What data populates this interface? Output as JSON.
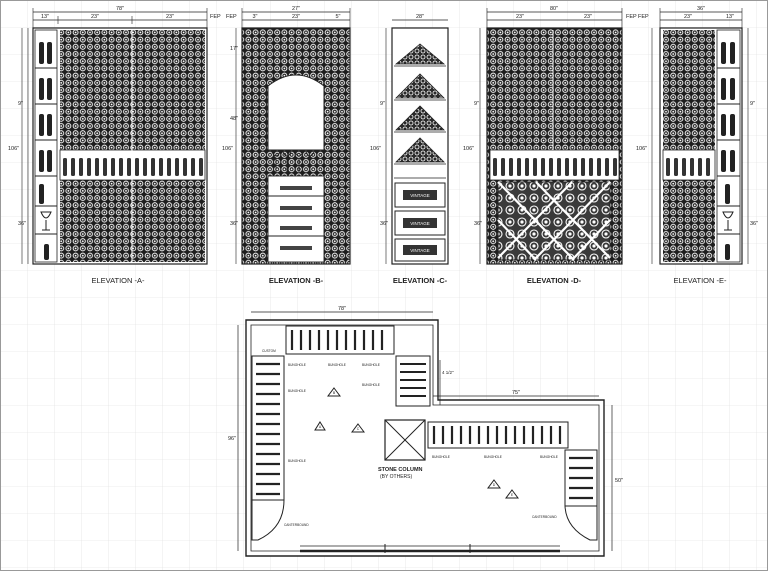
{
  "elevations": [
    {
      "label": "ELEVATION -A-",
      "width_dim": "78\"",
      "seg_dims": [
        "13\"",
        "23\"",
        "23\""
      ],
      "fep": "FEP",
      "height_dims": [
        "106\"",
        "9\"",
        "36\""
      ]
    },
    {
      "label": "ELEVATION -B-",
      "width_dim": "27\"",
      "seg_dims": [
        "3\"",
        "23\"",
        "5\""
      ],
      "fep": "FEP",
      "height_dims": [
        "106\"",
        "17\"",
        "48\"",
        "36\""
      ]
    },
    {
      "label": "ELEVATION -C-",
      "width_dim": "28\"",
      "seg_dims": [],
      "fep": "",
      "height_dims": [
        "106\"",
        "9\"",
        "36\""
      ]
    },
    {
      "label": "ELEVATION -D-",
      "width_dim": "80\"",
      "seg_dims": [
        "23\"",
        "23\""
      ],
      "fep": "FEP",
      "height_dims": [
        "106\"",
        "9\"",
        "36\""
      ]
    },
    {
      "label": "ELEVATION -E-",
      "width_dim": "36\"",
      "seg_dims": [
        "23\"",
        "13\""
      ],
      "fep": "FEP",
      "height_dims": [
        "106\"",
        "9\"",
        "36\""
      ]
    }
  ],
  "drawers": [
    {
      "label": "VINTAGE"
    },
    {
      "label": "VINTAGE"
    },
    {
      "label": "VINTAGE"
    }
  ],
  "plan": {
    "top_dim": "78\"",
    "right_dim": "75\"",
    "left_dim": "96\"",
    "right_height_dim": "50\"",
    "small_dim": "4 1/2\"",
    "column_label": [
      "STONE COLUMN",
      "(BY OTHERS)"
    ],
    "section_markers": [
      "A",
      "B",
      "C",
      "D",
      "E"
    ],
    "small_notes": [
      "BUNGHOLE",
      "BUNGHOLE",
      "BUNGHOLE",
      "BUNGHOLE",
      "BUNGHOLE",
      "BUNGHOLE",
      "BUNGHOLE",
      "BUNGHOLE",
      "BUNGHOLE",
      "CANTERBOUND",
      "CANTERBOUND",
      "CUSTOM"
    ]
  }
}
